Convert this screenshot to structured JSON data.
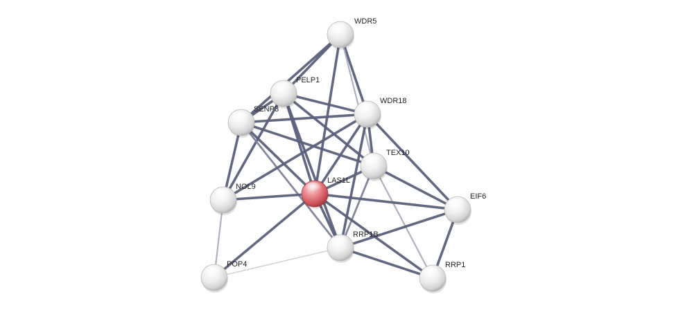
{
  "network": {
    "nodes": [
      {
        "id": "WDR5",
        "label": "WDR5",
        "query": false
      },
      {
        "id": "PELP1",
        "label": "PELP1",
        "query": false
      },
      {
        "id": "SENP3",
        "label": "SENP3",
        "query": false
      },
      {
        "id": "WDR18",
        "label": "WDR18",
        "query": false
      },
      {
        "id": "TEX10",
        "label": "TEX10",
        "query": false
      },
      {
        "id": "LAS1L",
        "label": "LAS1L",
        "query": true
      },
      {
        "id": "NOL9",
        "label": "NOL9",
        "query": false
      },
      {
        "id": "EIF6",
        "label": "EIF6",
        "query": false
      },
      {
        "id": "RRP1B",
        "label": "RRP1B",
        "query": false
      },
      {
        "id": "POP4",
        "label": "POP4",
        "query": false
      },
      {
        "id": "RRP1",
        "label": "RRP1",
        "query": false
      }
    ],
    "edges": [
      {
        "source": "WDR5",
        "target": "PELP1",
        "strength": "strong"
      },
      {
        "source": "WDR5",
        "target": "SENP3",
        "strength": "strong"
      },
      {
        "source": "WDR5",
        "target": "WDR18",
        "strength": "strong"
      },
      {
        "source": "WDR5",
        "target": "LAS1L",
        "strength": "strong"
      },
      {
        "source": "WDR5",
        "target": "TEX10",
        "strength": "weak"
      },
      {
        "source": "PELP1",
        "target": "SENP3",
        "strength": "strong"
      },
      {
        "source": "PELP1",
        "target": "WDR18",
        "strength": "strong"
      },
      {
        "source": "PELP1",
        "target": "TEX10",
        "strength": "strong"
      },
      {
        "source": "PELP1",
        "target": "LAS1L",
        "strength": "strong"
      },
      {
        "source": "PELP1",
        "target": "NOL9",
        "strength": "strong"
      },
      {
        "source": "PELP1",
        "target": "RRP1B",
        "strength": "strong"
      },
      {
        "source": "SENP3",
        "target": "WDR18",
        "strength": "strong"
      },
      {
        "source": "SENP3",
        "target": "TEX10",
        "strength": "strong"
      },
      {
        "source": "SENP3",
        "target": "LAS1L",
        "strength": "strong"
      },
      {
        "source": "SENP3",
        "target": "NOL9",
        "strength": "strong"
      },
      {
        "source": "SENP3",
        "target": "RRP1B",
        "strength": "medium"
      },
      {
        "source": "WDR18",
        "target": "TEX10",
        "strength": "strong"
      },
      {
        "source": "WDR18",
        "target": "LAS1L",
        "strength": "strong"
      },
      {
        "source": "WDR18",
        "target": "NOL9",
        "strength": "strong"
      },
      {
        "source": "WDR18",
        "target": "EIF6",
        "strength": "strong"
      },
      {
        "source": "WDR18",
        "target": "RRP1B",
        "strength": "strong"
      },
      {
        "source": "TEX10",
        "target": "LAS1L",
        "strength": "strong"
      },
      {
        "source": "TEX10",
        "target": "EIF6",
        "strength": "strong"
      },
      {
        "source": "TEX10",
        "target": "RRP1B",
        "strength": "medium"
      },
      {
        "source": "TEX10",
        "target": "RRP1",
        "strength": "weak"
      },
      {
        "source": "LAS1L",
        "target": "NOL9",
        "strength": "strong"
      },
      {
        "source": "LAS1L",
        "target": "EIF6",
        "strength": "strong"
      },
      {
        "source": "LAS1L",
        "target": "RRP1B",
        "strength": "strong"
      },
      {
        "source": "LAS1L",
        "target": "POP4",
        "strength": "strong"
      },
      {
        "source": "LAS1L",
        "target": "RRP1",
        "strength": "strong"
      },
      {
        "source": "NOL9",
        "target": "POP4",
        "strength": "weak"
      },
      {
        "source": "EIF6",
        "target": "RRP1B",
        "strength": "strong"
      },
      {
        "source": "EIF6",
        "target": "RRP1",
        "strength": "strong"
      },
      {
        "source": "RRP1B",
        "target": "POP4",
        "strength": "faint"
      },
      {
        "source": "RRP1B",
        "target": "RRP1",
        "strength": "strong"
      }
    ],
    "colors": {
      "edge_strong": "#5a607a",
      "edge_medium": "#7d8299",
      "edge_weak": "#a9adbd",
      "edge_faint": "#c8cad3",
      "node_default": "#f2f2f2",
      "node_query": "#e06e75"
    }
  }
}
